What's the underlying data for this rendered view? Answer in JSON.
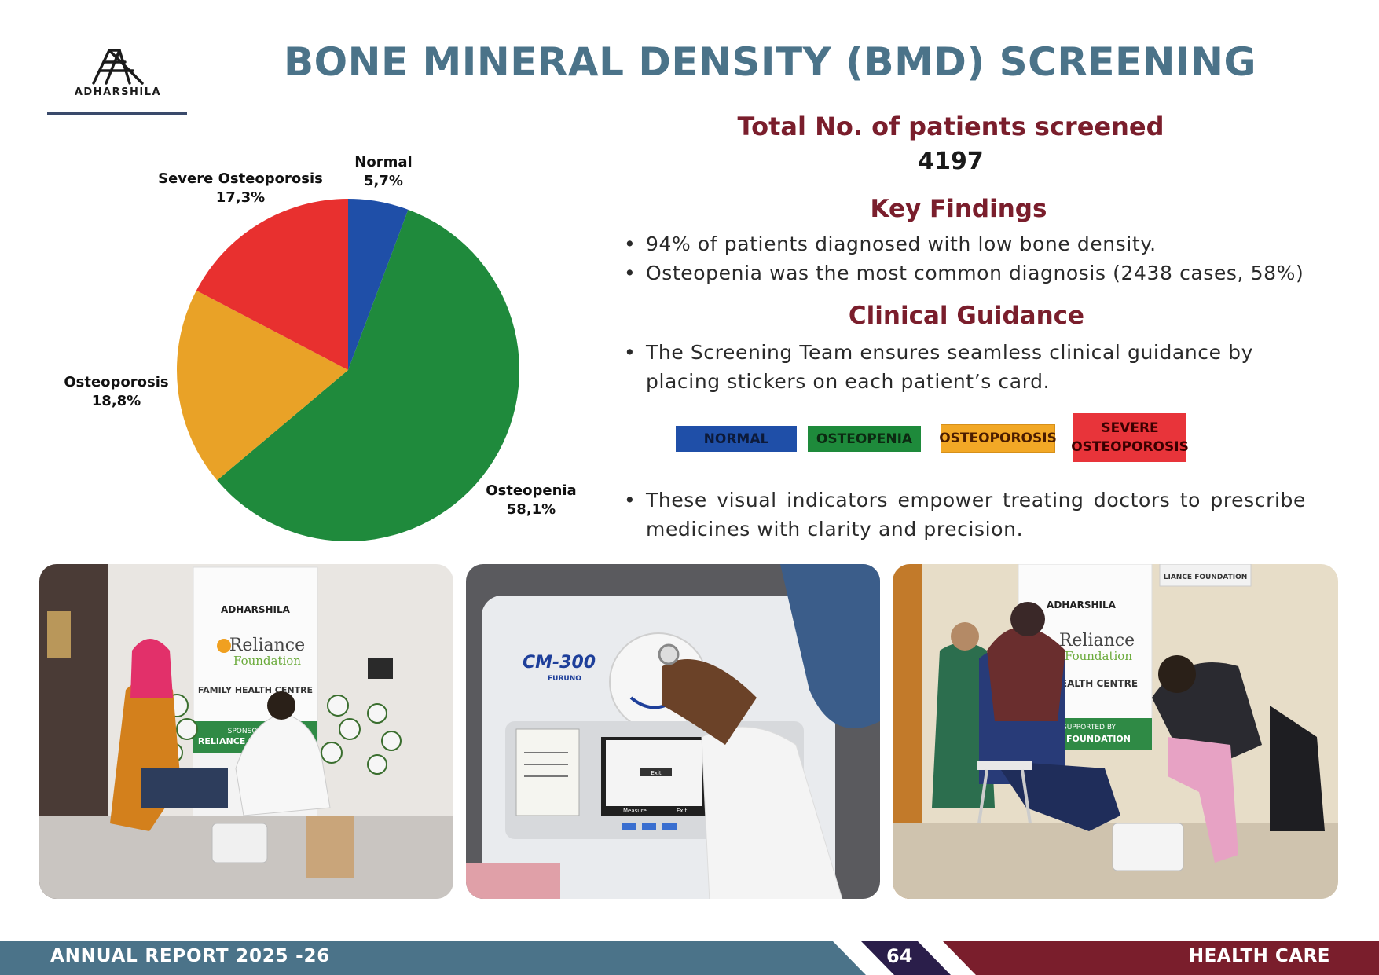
{
  "logo": {
    "name": "ADHARSHILA"
  },
  "title": "BONE MINERAL DENSITY (BMD) SCREENING",
  "total": {
    "label": "Total No. of patients screened",
    "value": "4197"
  },
  "key_findings": {
    "title": "Key Findings",
    "items": [
      "94% of patients diagnosed with low bone density.",
      "Osteopenia was the most common diagnosis (2438 cases, 58%)"
    ]
  },
  "clinical_guidance": {
    "title": "Clinical Guidance",
    "items": [
      "The Screening Team ensures seamless clinical guidance by placing stickers on each patient’s card."
    ],
    "closing": "These visual indicators empower treating doctors to prescribe medicines with clarity and precision."
  },
  "stickers": [
    {
      "label": "NORMAL",
      "color": "#1f4fa8",
      "text_color": "#0d1a3a"
    },
    {
      "label": "OSTEOPENIA",
      "color": "#1e8a3b",
      "text_color": "#0c2a12"
    },
    {
      "label": "OSTEOPOROSIS",
      "color": "#f2a826",
      "text_color": "#4a1c00"
    },
    {
      "label": "SEVERE OSTEOPOROSIS",
      "line1": "SEVERE",
      "line2": "OSTEOPOROSIS",
      "color": "#e8343a",
      "text_color": "#3a0000"
    }
  ],
  "chart_data": {
    "type": "pie",
    "slices": [
      {
        "label": "Normal",
        "value": 5.7,
        "display": "5,7%",
        "color": "#1f4fa8"
      },
      {
        "label": "Osteopenia",
        "value": 58.1,
        "display": "58,1%",
        "color": "#1f8a3c"
      },
      {
        "label": "Osteoporosis",
        "value": 18.8,
        "display": "18,8%",
        "color": "#e9a227"
      },
      {
        "label": "Severe Osteoporosis",
        "value": 17.3,
        "display": "17,3%",
        "color": "#e8302f"
      }
    ],
    "start": "12 o'clock, clockwise"
  },
  "photos": [
    {
      "banner_org": "ADHARSHILA",
      "banner_brand": "Reliance",
      "banner_brand2": "Foundation",
      "banner_centre": "FAMILY HEALTH CENTRE",
      "banner_sponsor": "SPONSORED BY",
      "banner_sponsor2": "RELIANCE FOUNDATION"
    },
    {
      "device": "CM-300",
      "device_sub": "FURUNO",
      "screen_btn1": "Measure",
      "screen_btn2": "Exit",
      "screen_dialog": "Exit"
    },
    {
      "banner_org": "ADHARSHILA",
      "banner_brand": "Reliance",
      "banner_brand2": "Foundation",
      "banner_centre": "HEALTH CENTRE",
      "banner_sponsor": "SUPPORTED BY",
      "banner_sponsor2": "FOUNDATION",
      "sign": "LIANCE FOUNDATION"
    }
  ],
  "footer": {
    "left": "ANNUAL REPORT 2025 -26",
    "page": "64",
    "right": "HEALTH CARE"
  }
}
